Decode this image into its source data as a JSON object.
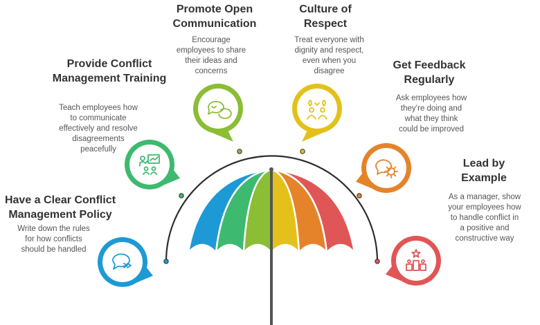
{
  "items": [
    {
      "title": "Have a Clear Conflict\nManagement Policy",
      "desc": "Write down the rules\nfor how conflicts\nshould be handled",
      "icon": "speech-arrows-icon",
      "color": "#1d9ad6"
    },
    {
      "title": "Provide Conflict\nManagement Training",
      "desc": "Teach employees how\nto communicate\neffectively and resolve\ndisagreements\npeacefully",
      "icon": "presentation-icon",
      "color": "#3dba6f"
    },
    {
      "title": "Promote Open\nCommunication",
      "desc": "Encourage\nemployees to share\ntheir ideas and\nconcerns",
      "icon": "chat-bubbles-icon",
      "color": "#8bbd35"
    },
    {
      "title": "Culture of\nRespect",
      "desc": "Treat everyone with\ndignity and respect,\neven when you\ndisagree",
      "icon": "people-icon",
      "color": "#e3c11a"
    },
    {
      "title": "Get Feedback\nRegularly",
      "desc": "Ask employees how\nthey’re doing and\nwhat they think\ncould be improved",
      "icon": "feedback-gear-icon",
      "color": "#e5832b"
    },
    {
      "title": "Lead by\nExample",
      "desc": "As a manager, show\nyour employees how\nto handle conflict in\na positive and\nconstructive way",
      "icon": "podium-star-icon",
      "color": "#e05656"
    }
  ],
  "umbrella_colors": [
    "#1d9ad6",
    "#3dba6f",
    "#8bbd35",
    "#e3c11a",
    "#e5832b",
    "#e05656"
  ]
}
